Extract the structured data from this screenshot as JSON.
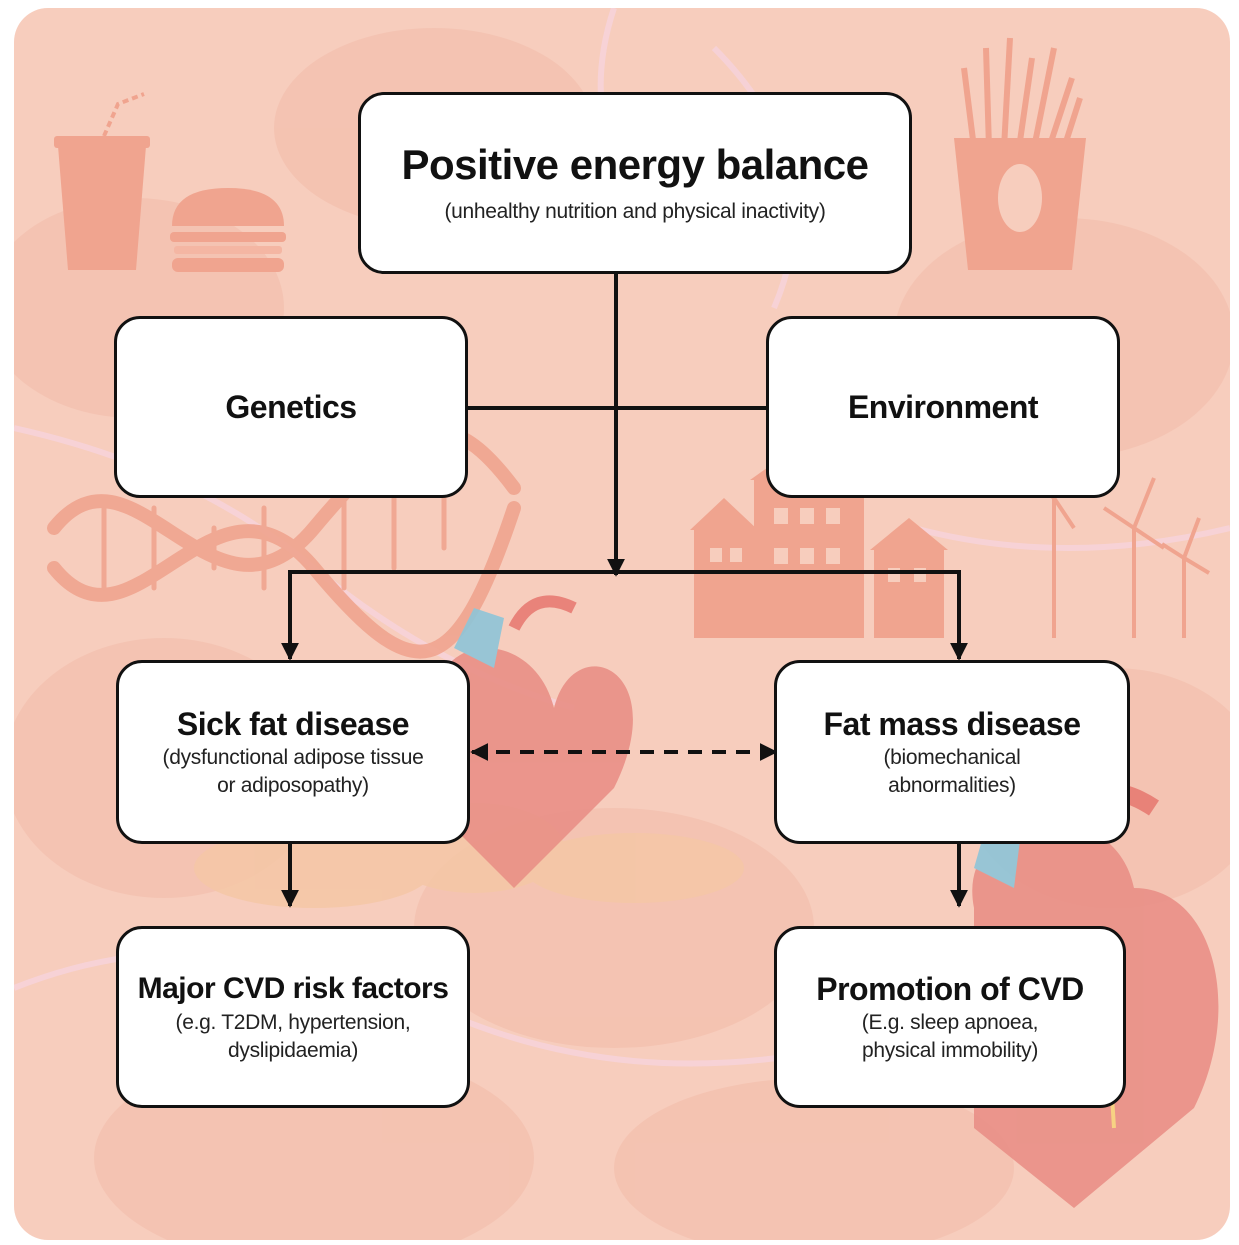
{
  "nodes": {
    "energy": {
      "title": "Positive energy balance",
      "sub": "(unhealthy nutrition and physical inactivity)"
    },
    "genetics": {
      "title": "Genetics"
    },
    "environment": {
      "title": "Environment"
    },
    "sick_fat": {
      "title": "Sick fat disease",
      "sub1": "(dysfunctional adipose tissue",
      "sub2": "or adiposopathy)"
    },
    "fat_mass": {
      "title": "Fat mass disease",
      "sub1": "(biomechanical",
      "sub2": "abnormalities)"
    },
    "cvd_risk": {
      "title": "Major CVD risk factors",
      "sub1": "(e.g. T2DM, hypertension,",
      "sub2": "dyslipidaemia)"
    },
    "cvd_promo": {
      "title": "Promotion of CVD",
      "sub1": "(E.g. sleep apnoea,",
      "sub2": "physical immobility)"
    }
  },
  "colors": {
    "background": "#f7cdbd",
    "illustration": "#f0a48f",
    "box_fill": "#ffffff",
    "line": "#111111"
  },
  "decorations": [
    "soda-cup-icon",
    "burger-icon",
    "fries-icon",
    "dna-icon",
    "houses-icon",
    "wind-turbines-icon",
    "heart-icon",
    "adipose-tissue-icon"
  ]
}
